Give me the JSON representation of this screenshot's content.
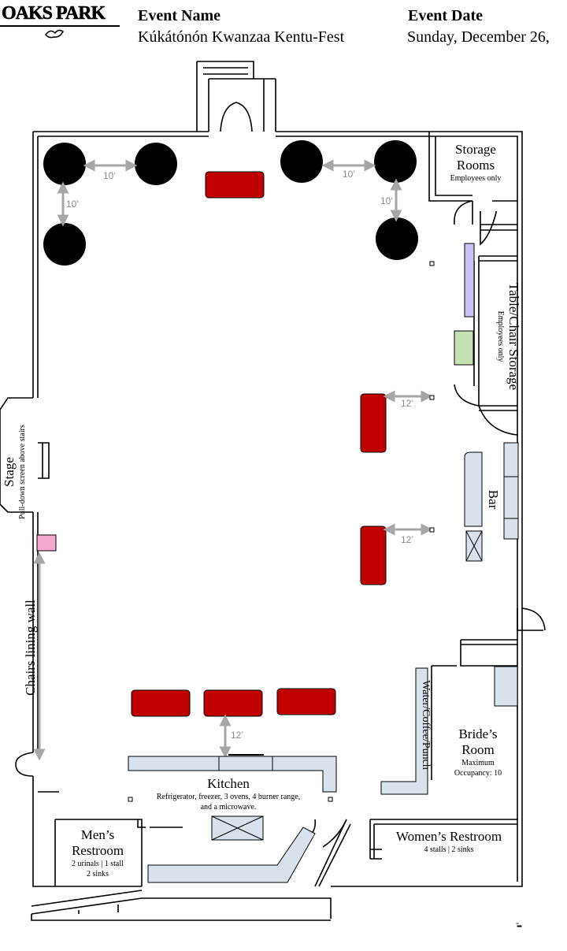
{
  "header": {
    "logo_text": "OAKS PARK",
    "event_name_label": "Event Name",
    "event_name_value": "Kúkátónón Kwanzaa Kentu-Fest",
    "event_date_label": "Event Date",
    "event_date_value": "Sunday, December 26,"
  },
  "rooms": {
    "storage_rooms_line1": "Storage",
    "storage_rooms_line2": "Rooms",
    "storage_rooms_note": "Employees only",
    "table_chair_storage": "Table/Chair Storage",
    "table_chair_note": "Employees only",
    "bar": "Bar",
    "stage": "Stage",
    "stage_note": "Pull-down screen above stairs",
    "chairs_wall": "Chairs lining wall",
    "water_station": "Water/Coffee/Punch",
    "brides_room_line1": "Bride’s",
    "brides_room_line2": "Room",
    "brides_room_note_line1": "Maximum",
    "brides_room_note_line2": "Occupancy: 10",
    "kitchen": "Kitchen",
    "kitchen_note_line1": "Refrigerator, freezer, 3 ovens, 4 burner range,",
    "kitchen_note_line2": "and a microwave.",
    "mens_line1": "Men’s",
    "mens_line2": "Restroom",
    "mens_note_line1": "2 urinals | 1 stall",
    "mens_note_line2": "2 sinks",
    "womens": "Women’s Restroom",
    "womens_note": "4 stalls | 2 sinks"
  },
  "distances": {
    "d1": "10’",
    "d2": "10’",
    "d3": "10’",
    "d4": "10’",
    "d5": "12’",
    "d6": "12’",
    "d7": "12’"
  },
  "footer_mark": "-",
  "colors": {
    "table_red": "#c00000",
    "round_table": "#000000",
    "counter_blue": "#d9e2ec",
    "lavender": "#c9c3f3",
    "green": "#c5e0b3",
    "pink": "#f5a9cf",
    "arrow_gray": "#a6a6a6"
  }
}
